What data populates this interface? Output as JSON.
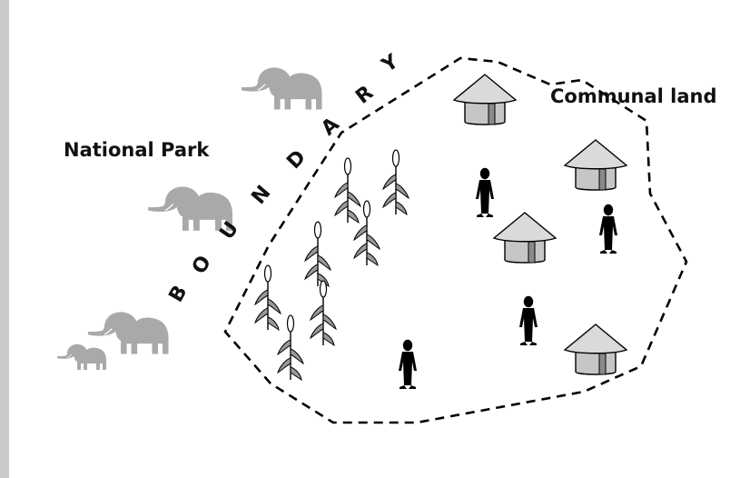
{
  "labels": {
    "national_park": "National Park",
    "communal_land": "Communal land"
  },
  "boundary_word": [
    "B",
    "O",
    "U",
    "N",
    "D",
    "A",
    "R",
    "Y"
  ],
  "colors": {
    "elephant": "#a9a9a9",
    "hut_wall": "#c6c6c6",
    "hut_roof": "#d8d8d8",
    "person": "#000000",
    "maize": "#9a9a9a",
    "boundary": "#000000",
    "left_bar": "#c9c9c9"
  },
  "icons": {
    "elephant": "elephant-icon",
    "hut": "hut-icon",
    "person": "person-icon",
    "crop": "maize-plant-icon"
  }
}
